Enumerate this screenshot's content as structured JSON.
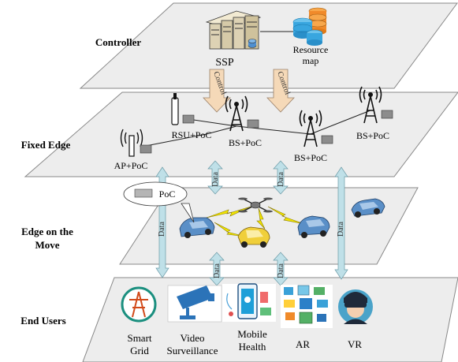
{
  "layers": {
    "controller": "Controller",
    "fixed_edge": "Fixed Edge",
    "edge_move_line1": "Edge on the",
    "edge_move_line2": "Move",
    "end_users": "End Users"
  },
  "controller": {
    "ssp": "SSP",
    "resource_line1": "Resource",
    "resource_line2": "map",
    "control_label": "Control"
  },
  "fixed_edge": {
    "rsu": "RSU+PoC",
    "bs1": "BS+PoC",
    "bs2": "BS+PoC",
    "bs3": "BS+PoC",
    "ap": "AP+PoC"
  },
  "move": {
    "poc_bubble": "PoC"
  },
  "data_label": "Data",
  "end_users": {
    "smart_line1": "Smart",
    "smart_line2": "Grid",
    "video_line1": "Video",
    "video_line2": "Surveillance",
    "mobile_line1": "Mobile",
    "mobile_line2": "Health",
    "ar": "AR",
    "vr": "VR"
  },
  "colors": {
    "plane_fill": "#ededed",
    "data_arrow": "#bfe0e8",
    "control_arrow": "#f5d9b8",
    "car_blue": "#5a8fc7",
    "car_yellow": "#f0cf3a",
    "lightning": "#f2e600"
  }
}
